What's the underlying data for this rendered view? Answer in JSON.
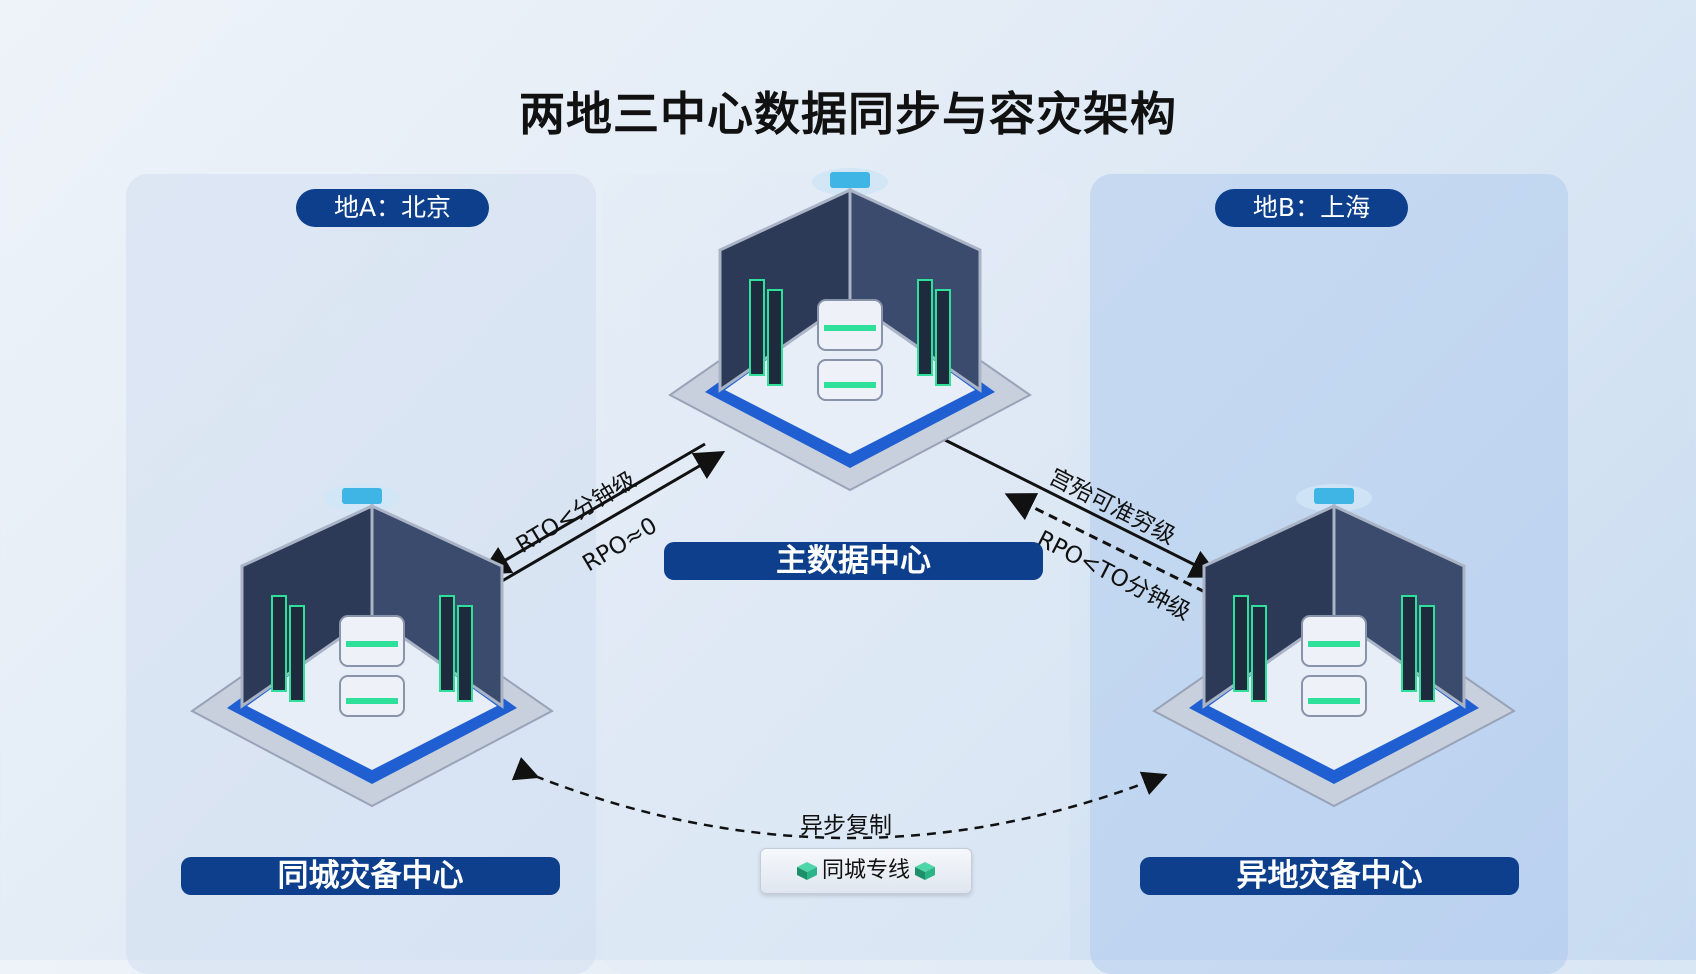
{
  "title": "两地三中心数据同步与容灾架构",
  "regions": {
    "a": "地A：北京",
    "b": "地B：上海"
  },
  "datacenters": {
    "main": "主数据中心",
    "local_backup": "同城灾备中心",
    "remote_backup": "异地灾备中心"
  },
  "links": {
    "sync_rto": "RTO<分钟级",
    "sync_rpo": "RPO≈0",
    "async_line1": "宫殆可准穷级",
    "async_line2": "RPO<TO分钟级",
    "async_replication": "异步复制",
    "dedicated_line": "同城专线"
  },
  "colors": {
    "label_bg": "#0d3f8c",
    "accent": "#19c98a"
  }
}
